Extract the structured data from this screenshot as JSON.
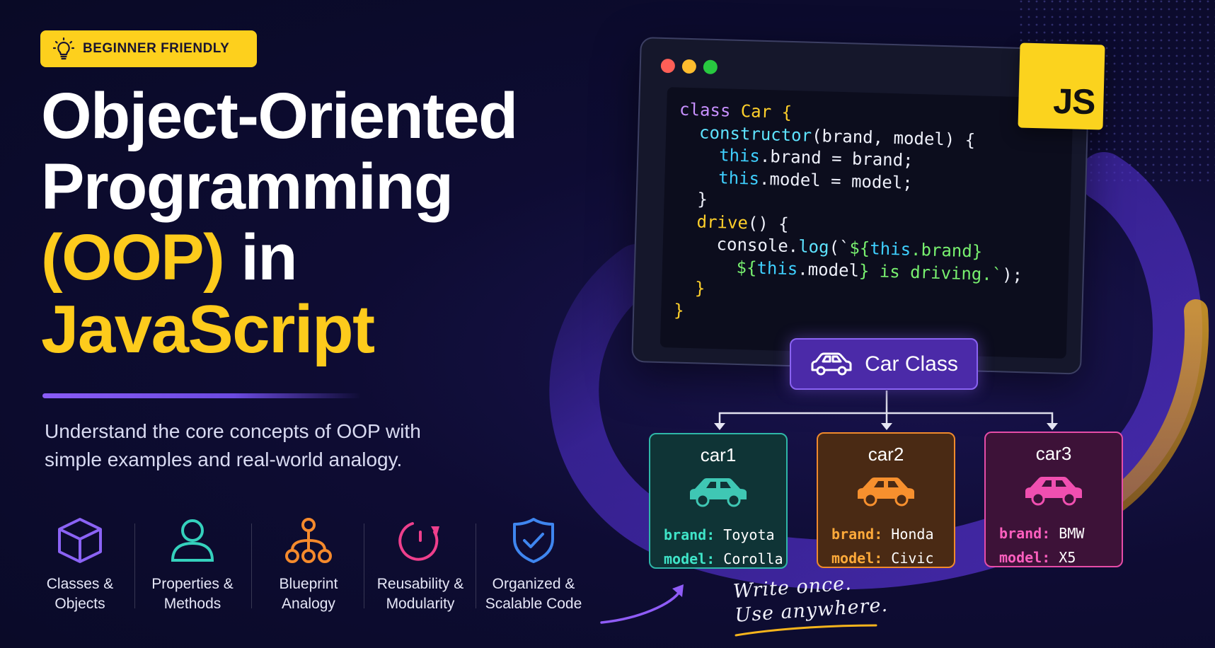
{
  "badge": {
    "icon": "lightbulb-icon",
    "label": "BEGINNER FRIENDLY"
  },
  "title": {
    "line1": "Object-Oriented",
    "line2": "Programming",
    "line3_highlight": "(OOP)",
    "line3_rest": "in",
    "line4": "JavaScript"
  },
  "subtitle": "Understand the core concepts of OOP with simple examples and real-world analogy.",
  "features": [
    {
      "icon": "cube-icon",
      "line1": "Classes &",
      "line2": "Objects",
      "color": "#8b63f5"
    },
    {
      "icon": "user-icon",
      "line1": "Properties &",
      "line2": "Methods",
      "color": "#35d1bd"
    },
    {
      "icon": "blueprint-tree-icon",
      "line1": "Blueprint",
      "line2": "Analogy",
      "color": "#f58a2c"
    },
    {
      "icon": "refresh-icon",
      "line1": "Reusability &",
      "line2": "Modularity",
      "color": "#ee3f8c"
    },
    {
      "icon": "shield-check-icon",
      "line1": "Organized &",
      "line2": "Scalable Code",
      "color": "#3f86f0"
    }
  ],
  "code": {
    "l1_kw": "class",
    "l1_name": "Car",
    "l1_brace": "{",
    "l2_fn": "constructor",
    "l2_rest": "(brand, model) {",
    "l3_this": "this",
    "l3_rest": ".brand = brand;",
    "l4_this": "this",
    "l4_rest": ".model = model;",
    "l5": "}",
    "l6_fn": "drive",
    "l6_rest": "() {",
    "l7_a": "console.",
    "l7_b": "log",
    "l7_c": "(`",
    "l7_d": "${",
    "l7_e": "this",
    "l7_f": ".brand",
    "l7_g": "}",
    "l8_a": "${",
    "l8_b": "this",
    "l8_c": ".model",
    "l8_d": "}",
    "l8_e": " is driving.`",
    "l8_f": ");",
    "l9": "}",
    "l10": "}"
  },
  "js_badge": "JS",
  "class_node": {
    "icon": "car-icon",
    "label": "Car Class"
  },
  "instances": [
    {
      "name": "car1",
      "brand_key": "brand:",
      "brand": "Toyota",
      "model_key": "model:",
      "model": "Corolla",
      "color": "#3fc7b4"
    },
    {
      "name": "car2",
      "brand_key": "brand:",
      "brand": "Honda",
      "model_key": "model:",
      "model": "Civic",
      "color": "#f7902e"
    },
    {
      "name": "car3",
      "brand_key": "brand:",
      "brand": "BMW",
      "model_key": "model:",
      "model": "X5",
      "color": "#f04fb0"
    }
  ],
  "tagline": {
    "line1": "Write once.",
    "line2": "Use anywhere."
  },
  "colors": {
    "accent_yellow": "#fdcb1c",
    "accent_purple": "#8a5cf6",
    "background": "#0e0c33"
  }
}
